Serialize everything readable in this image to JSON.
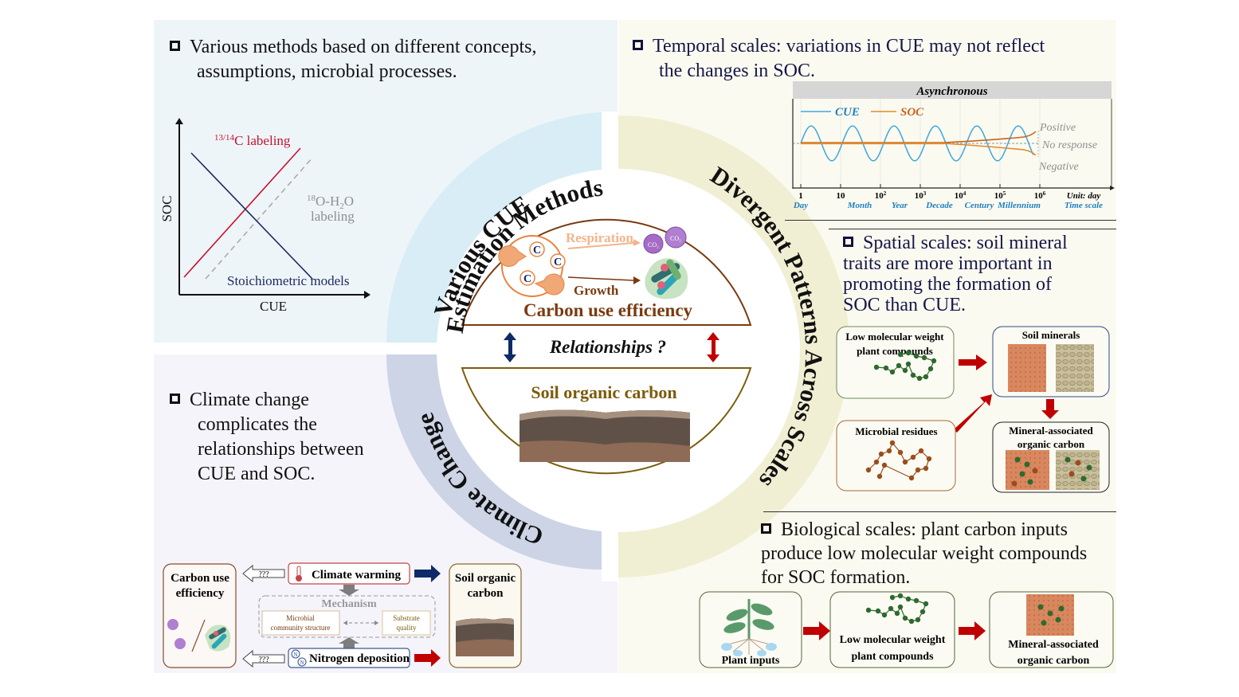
{
  "colors": {
    "tl_bg": "#eef5f9",
    "bl_bg": "#f5f4fb",
    "right_bg": "#fbfaf0",
    "ring_blue": "#d8edf5",
    "ring_purple": "#ccd4e6",
    "ring_yellow": "#f1efd3",
    "cue_brown": "#7a3a10",
    "soc_olive": "#7a5c0a",
    "navy": "#0f2a66",
    "red": "#c00000",
    "cue_line": "#3fa7dc",
    "soc_line": "#e08a2c"
  },
  "top_left": {
    "headline_line1": "Various methods based on different concepts,",
    "headline_line2": "assumptions, microbial processes.",
    "chart": {
      "x_label": "CUE",
      "y_label": "SOC",
      "series": [
        {
          "name": "13/14C labeling",
          "sup": "13/14",
          "main": "C labeling",
          "trend": "positive",
          "style": "solid",
          "color": "#c8102e"
        },
        {
          "name": "18O-H2O labeling",
          "sup": "18",
          "main": "O-H",
          "sub": "2",
          "tail": "O",
          "line2": "labeling",
          "trend": "positive",
          "style": "dashed",
          "color": "#a9a9a9"
        },
        {
          "name": "Stoichiometric models",
          "trend": "negative",
          "style": "solid",
          "color": "#1c2a63"
        }
      ]
    }
  },
  "ring": {
    "top_left_title_line1": "Various CUE",
    "top_left_title_line2": "Estimation Methods",
    "right_title": "Divergent Patterns Across Scales",
    "bottom_left_title": "Climate Change"
  },
  "center": {
    "cue_title": "Carbon use efficiency",
    "respiration_label": "Respiration",
    "growth_label": "Growth",
    "carbon_symbol": "C",
    "co2_label": "CO₂",
    "relationships_label": "Relationships ?",
    "soc_title": "Soil organic carbon"
  },
  "bottom_left": {
    "headline_lines": [
      "Climate change",
      "complicates the",
      "relationships between",
      "CUE and SOC."
    ],
    "flow": {
      "cue_box_line1": "Carbon use",
      "cue_box_line2": "efficiency",
      "soc_box_line1": "Soil organic",
      "soc_box_line2": "carbon",
      "unknown_label": "???",
      "warming_label": "Climate warming",
      "nitrogen_label": "Nitrogen deposition",
      "nitrogen_symbol": "N",
      "mechanism_title": "Mechanism",
      "microbial_line1": "Microbial",
      "microbial_line2": "community structure",
      "substrate_line1": "Substrate",
      "substrate_line2": "quality"
    }
  },
  "temporal": {
    "headline_line1": "Temporal scales: variations in CUE may not reflect",
    "headline_line2": "the changes in SOC.",
    "chart_title": "Asynchronous",
    "legend_cue": "CUE",
    "legend_soc": "SOC",
    "outcomes": [
      "Positive",
      "No response",
      "Negative"
    ],
    "ticks": [
      {
        "value": "1",
        "exp": "",
        "unit": "Day"
      },
      {
        "value": "10",
        "exp": "",
        "unit": "Month"
      },
      {
        "value": "10",
        "exp": "2",
        "unit": "Year"
      },
      {
        "value": "10",
        "exp": "3",
        "unit": "Decade"
      },
      {
        "value": "10",
        "exp": "4",
        "unit": "Century"
      },
      {
        "value": "10",
        "exp": "5",
        "unit": "Millennium"
      },
      {
        "value": "10",
        "exp": "6",
        "unit": ""
      }
    ],
    "unit_label": "Unit: day",
    "axis_title": "Time scale"
  },
  "spatial": {
    "headline_lines": [
      "Spatial scales: soil mineral",
      "traits are more important in",
      "promoting the formation of",
      "SOC than CUE."
    ],
    "box_plant_line1": "Low molecular weight",
    "box_plant_line2": "plant compounds",
    "box_minerals": "Soil minerals",
    "box_microbial": "Microbial residues",
    "box_maoc_line1": "Mineral-associated",
    "box_maoc_line2": "organic carbon"
  },
  "biological": {
    "headline_line1": "Biological scales: plant carbon inputs",
    "headline_line2": "produce low molecular weight compounds",
    "headline_line3": "for SOC formation.",
    "box_plant": "Plant inputs",
    "box_lmw_line1": "Low molecular weight",
    "box_lmw_line2": "plant compounds",
    "box_maoc_line1": "Mineral-associated",
    "box_maoc_line2": "organic carbon"
  }
}
